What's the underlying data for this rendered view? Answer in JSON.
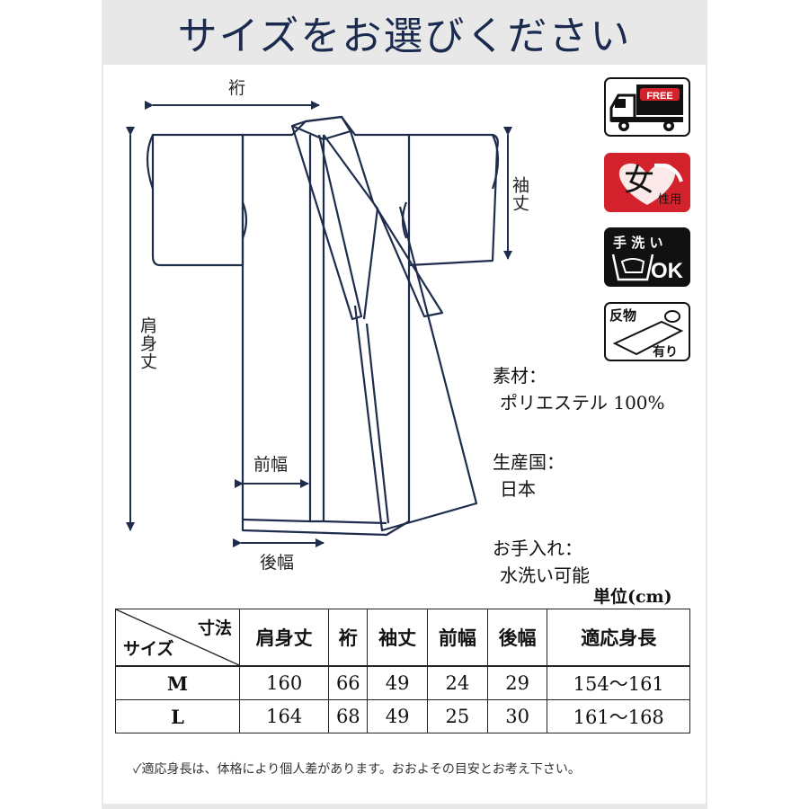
{
  "title": "サイズをお選びください",
  "diagram": {
    "yuki": "裄",
    "sodetake": "袖丈",
    "katamitake": "肩身丈",
    "maehaba": "前幅",
    "ushirohaba": "後幅"
  },
  "badges": {
    "free": "FREE",
    "woman_main": "女",
    "woman_sub": "性用",
    "handwash_top": "手 洗 い",
    "handwash_ok": "OK",
    "fabric_top": "反物",
    "fabric_bottom": "有り"
  },
  "info": [
    {
      "heading": "素材：",
      "value": "ポリエステル 100%"
    },
    {
      "heading": "生産国：",
      "value": "日本"
    },
    {
      "heading": "お手入れ：",
      "value": "水洗い可能"
    }
  ],
  "unit": "単位(cm)",
  "table": {
    "corner_top": "寸法",
    "corner_bottom": "サイズ",
    "headers": [
      "肩身丈",
      "裄",
      "袖丈",
      "前幅",
      "後幅",
      "適応身長"
    ],
    "rows": [
      {
        "size": "M",
        "cells": [
          "160",
          "66",
          "49",
          "24",
          "29",
          "154〜161"
        ]
      },
      {
        "size": "L",
        "cells": [
          "164",
          "68",
          "49",
          "25",
          "30",
          "161〜168"
        ]
      }
    ]
  },
  "note": "✓適応身長は、体格により個人差があります。おおよその目安とお考え下さい。",
  "colors": {
    "title": "#1a2b4f",
    "kimono_line": "#1f2d4d",
    "badge_red": "#d4222c"
  }
}
